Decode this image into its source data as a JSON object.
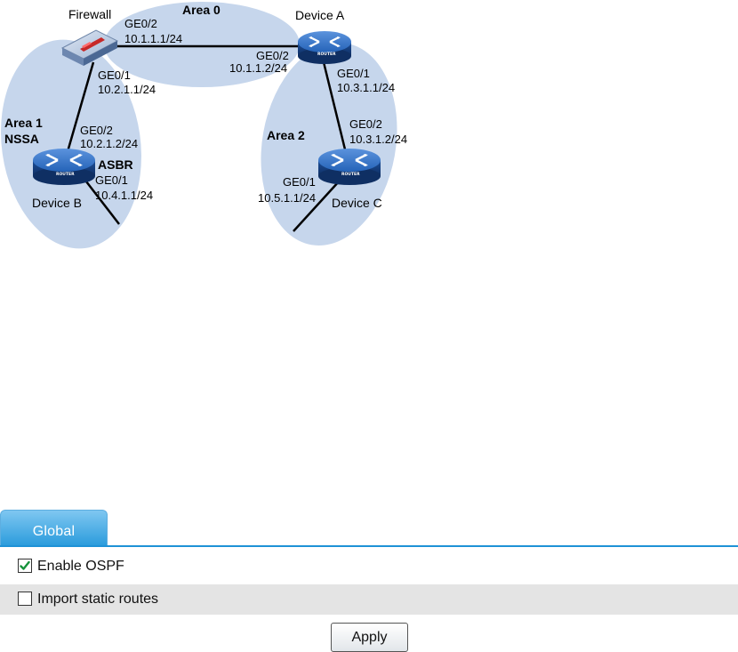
{
  "diagram": {
    "areas": {
      "area0": "Area 0",
      "area1": "Area 1",
      "area1_type": "NSSA",
      "area2": "Area 2"
    },
    "devices": {
      "firewall": "Firewall",
      "device_a": "Device A",
      "device_b": "Device B",
      "device_c": "Device C",
      "asbr": "ASBR",
      "router_badge": "ROUTER"
    },
    "links": {
      "fw_a_fw_port": "GE0/2",
      "fw_a_fw_ip": "10.1.1.1/24",
      "fw_a_a_port": "GE0/2",
      "fw_a_a_ip": "10.1.1.2/24",
      "fw_b_fw_port": "GE0/1",
      "fw_b_fw_ip": "10.2.1.1/24",
      "fw_b_b_port": "GE0/2",
      "fw_b_b_ip": "10.2.1.2/24",
      "b_ext_port": "GE0/1",
      "b_ext_ip": "10.4.1.1/24",
      "a_c_a_port": "GE0/1",
      "a_c_a_ip": "10.3.1.1/24",
      "a_c_c_port": "GE0/2",
      "a_c_c_ip": "10.3.1.2/24",
      "c_ext_port": "GE0/1",
      "c_ext_ip": "10.5.1.1/24"
    }
  },
  "panel": {
    "tab_label": "Global",
    "enable_ospf": {
      "label": "Enable OSPF",
      "checked": true
    },
    "import_static": {
      "label": "Import static routes",
      "checked": false
    },
    "apply_label": "Apply"
  },
  "colors": {
    "area_fill": "#c6d6ec",
    "router_blue": "#1f5fb5",
    "tab_blue": "#2a9bdc",
    "row_alt": "#e4e4e4"
  }
}
